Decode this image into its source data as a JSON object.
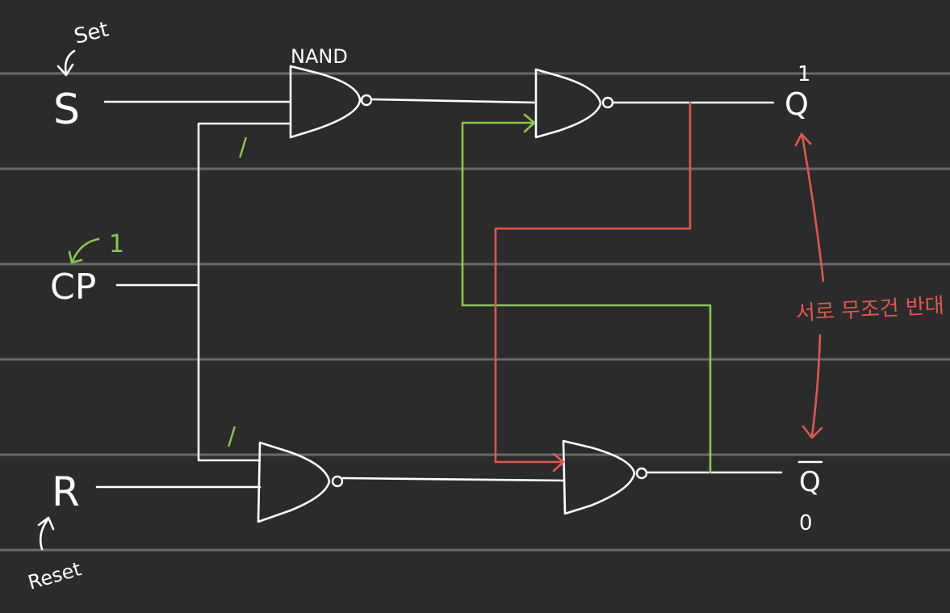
{
  "gate_label": "NAND",
  "inputs": {
    "s": {
      "label": "S",
      "note": "Set"
    },
    "cp": {
      "label": "CP",
      "value": "1"
    },
    "r": {
      "label": "R",
      "note": "Reset"
    }
  },
  "annotations": {
    "upper_gate_input": "/",
    "lower_gate_input": "/"
  },
  "outputs": {
    "q": {
      "label": "Q",
      "value": "1"
    },
    "q_bar": {
      "label": "Q",
      "value": "0"
    }
  },
  "relation_note": "서로 무조건 반대",
  "colors": {
    "background": "#2b2b2b",
    "ruled_lines": "#6a6a6a",
    "wires": "#ffffff",
    "feedback_green": "#8cc84b",
    "feedback_red": "#e0574f"
  }
}
